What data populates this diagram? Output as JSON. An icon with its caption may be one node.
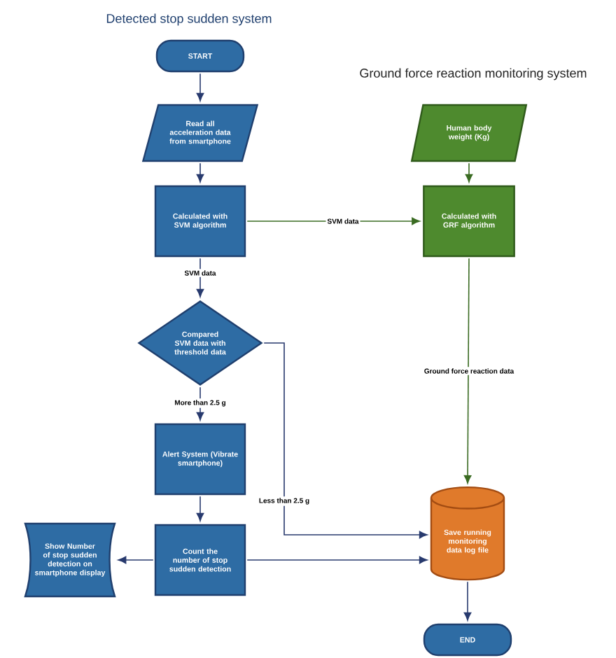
{
  "diagram": {
    "nodes": [
      {
        "text": [
          "START"
        ]
      },
      {
        "text": [
          "Read all acceleration data from smartphone"
        ]
      },
      {
        "text": [
          "Calculated with SVM algorithm"
        ]
      },
      {
        "text": [
          "Compared SVM data with threshold data"
        ]
      },
      {
        "text": [
          "Alert System (Vibrate smartphone)"
        ]
      },
      {
        "text": [
          "Count the number of stop sudden detection"
        ]
      },
      {
        "text": [
          "Show Number of stop sudden detection on smartphone display"
        ]
      },
      {
        "text": [
          "Human body weight (Kg)"
        ]
      },
      {
        "text": [
          "Calculated with GRF algorithm"
        ]
      },
      {
        "text": [
          "Save running monitoring data log file"
        ]
      },
      {
        "text": [
          "END"
        ]
      }
    ],
    "edges": [
      {
        "from": 0,
        "to": 1,
        "arrow": "to"
      },
      {
        "from": 1,
        "to": 2,
        "arrow": "to"
      },
      {
        "from": 2,
        "to": 8,
        "arrow": "to",
        "label": "SVM data",
        "color": "#3a6b22"
      },
      {
        "from": 2,
        "to": 3,
        "arrow": "to",
        "label": "SVM data"
      },
      {
        "from": 3,
        "to": 4,
        "arrow": "to",
        "label": "More than 2.5 g"
      },
      {
        "from": 3,
        "to": 9,
        "arrow": "to",
        "label": "Less than 2.5 g"
      },
      {
        "from": 4,
        "to": 5,
        "arrow": "to"
      },
      {
        "from": 5,
        "to": 6,
        "arrow": "to"
      },
      {
        "from": 5,
        "to": 9,
        "arrow": "to"
      },
      {
        "from": 7,
        "to": 8,
        "arrow": "to",
        "color": "#3a6b22"
      },
      {
        "from": 8,
        "to": 9,
        "arrow": "to",
        "label": "Ground force reaction data",
        "color": "#3a6b22"
      },
      {
        "from": 9,
        "to": 10,
        "arrow": "to"
      }
    ],
    "labels": [
      "Detected stop sudden system",
      "Ground force reaction monitoring system"
    ]
  }
}
